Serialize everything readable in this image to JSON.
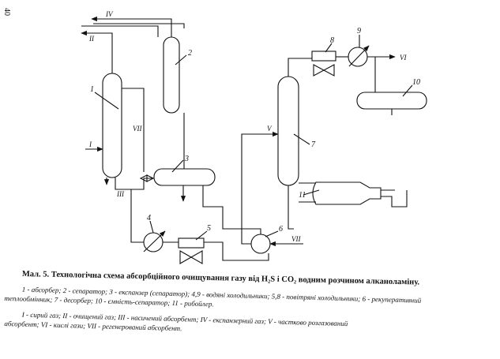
{
  "page_number": "40",
  "equipment_labels": [
    "1",
    "2",
    "3",
    "4",
    "5",
    "6",
    "7",
    "8",
    "9",
    "10",
    "11"
  ],
  "stream_labels": {
    "I": "I",
    "II": "II",
    "III": "III",
    "IV": "IV",
    "V": "V",
    "VI": "VI",
    "VII_left": "VII",
    "VII_right": "VII"
  },
  "caption": "Мал. 5. Технологічна схема абсорбційного очищування газу від H₂S і CO₂ водним розчином алканоламіну.",
  "legend_equipment": {
    "line1": "1 - абсорбер; 2 - сепаратор; 3 - експанзер (сепаратор); 4,9 - водяні холодильники; 5,8 - повітряні холодильники; 6 - рекуперативний",
    "line2": "теплообмінник; 7 - десорбер; 10 - ємність-сепаратор; 11 - рибойлер."
  },
  "legend_streams": {
    "line1": "I - сирий газ; II - очищений газ; III - насичений абсорбент; IV - експанзерний газ; V - частково розгазований",
    "line2": "абсорбент; VI - кислі гази; VII - регенерований абсорбент."
  },
  "colors": {
    "ink": "#111111",
    "paper": "#ffffff"
  }
}
